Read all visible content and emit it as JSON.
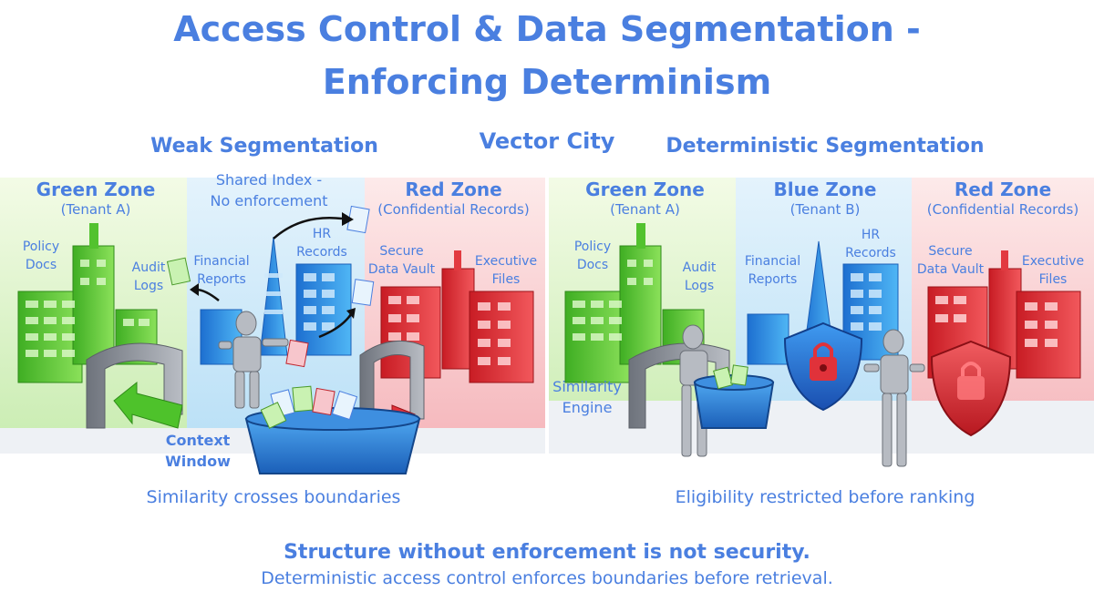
{
  "title": {
    "line1": "Access Control & Data Segmentation -",
    "line2": "Enforcing Determinism"
  },
  "city_label": "Vector City",
  "left_panel": {
    "heading": "Weak Segmentation",
    "green_zone": {
      "name": "Green Zone",
      "sub": "(Tenant A)"
    },
    "red_zone": {
      "name": "Red Zone",
      "sub": "(Confidential Records)"
    },
    "shared_index": {
      "line1": "Shared Index -",
      "line2": "No enforcement"
    },
    "labels": {
      "policy_docs": [
        "Policy",
        "Docs"
      ],
      "audit_logs": [
        "Audit",
        "Logs"
      ],
      "financial_reports": [
        "Financial",
        "Reports"
      ],
      "hr_records": [
        "HR",
        "Records"
      ],
      "secure_vault": [
        "Secure",
        "Data Vault"
      ],
      "executive_files": [
        "Executive",
        "Files"
      ],
      "context_window": [
        "Context",
        "Window"
      ]
    },
    "caption": "Similarity crosses boundaries"
  },
  "right_panel": {
    "heading": "Deterministic Segmentation",
    "green_zone": {
      "name": "Green Zone",
      "sub": "(Tenant A)"
    },
    "blue_zone": {
      "name": "Blue Zone",
      "sub": "(Tenant B)"
    },
    "red_zone": {
      "name": "Red Zone",
      "sub": "(Confidential Records)"
    },
    "labels": {
      "policy_docs": [
        "Policy",
        "Docs"
      ],
      "audit_logs": [
        "Audit",
        "Logs"
      ],
      "financial_reports": [
        "Financial",
        "Reports"
      ],
      "hr_records": [
        "HR",
        "Records"
      ],
      "secure_vault": [
        "Secure",
        "Data Vault"
      ],
      "executive_files": [
        "Executive",
        "Files"
      ],
      "similarity_engine": [
        "Similarity",
        "Engine"
      ]
    },
    "caption": "Eligibility restricted before ranking"
  },
  "footer": {
    "line1": "Structure without enforcement is not security.",
    "line2": "Deterministic access control enforces boundaries before retrieval."
  },
  "colors": {
    "text_blue": "#4a7fe0",
    "green": "#5fcf3a",
    "blue": "#2f95e6",
    "red": "#e8363d",
    "gray": "#8d9199"
  }
}
